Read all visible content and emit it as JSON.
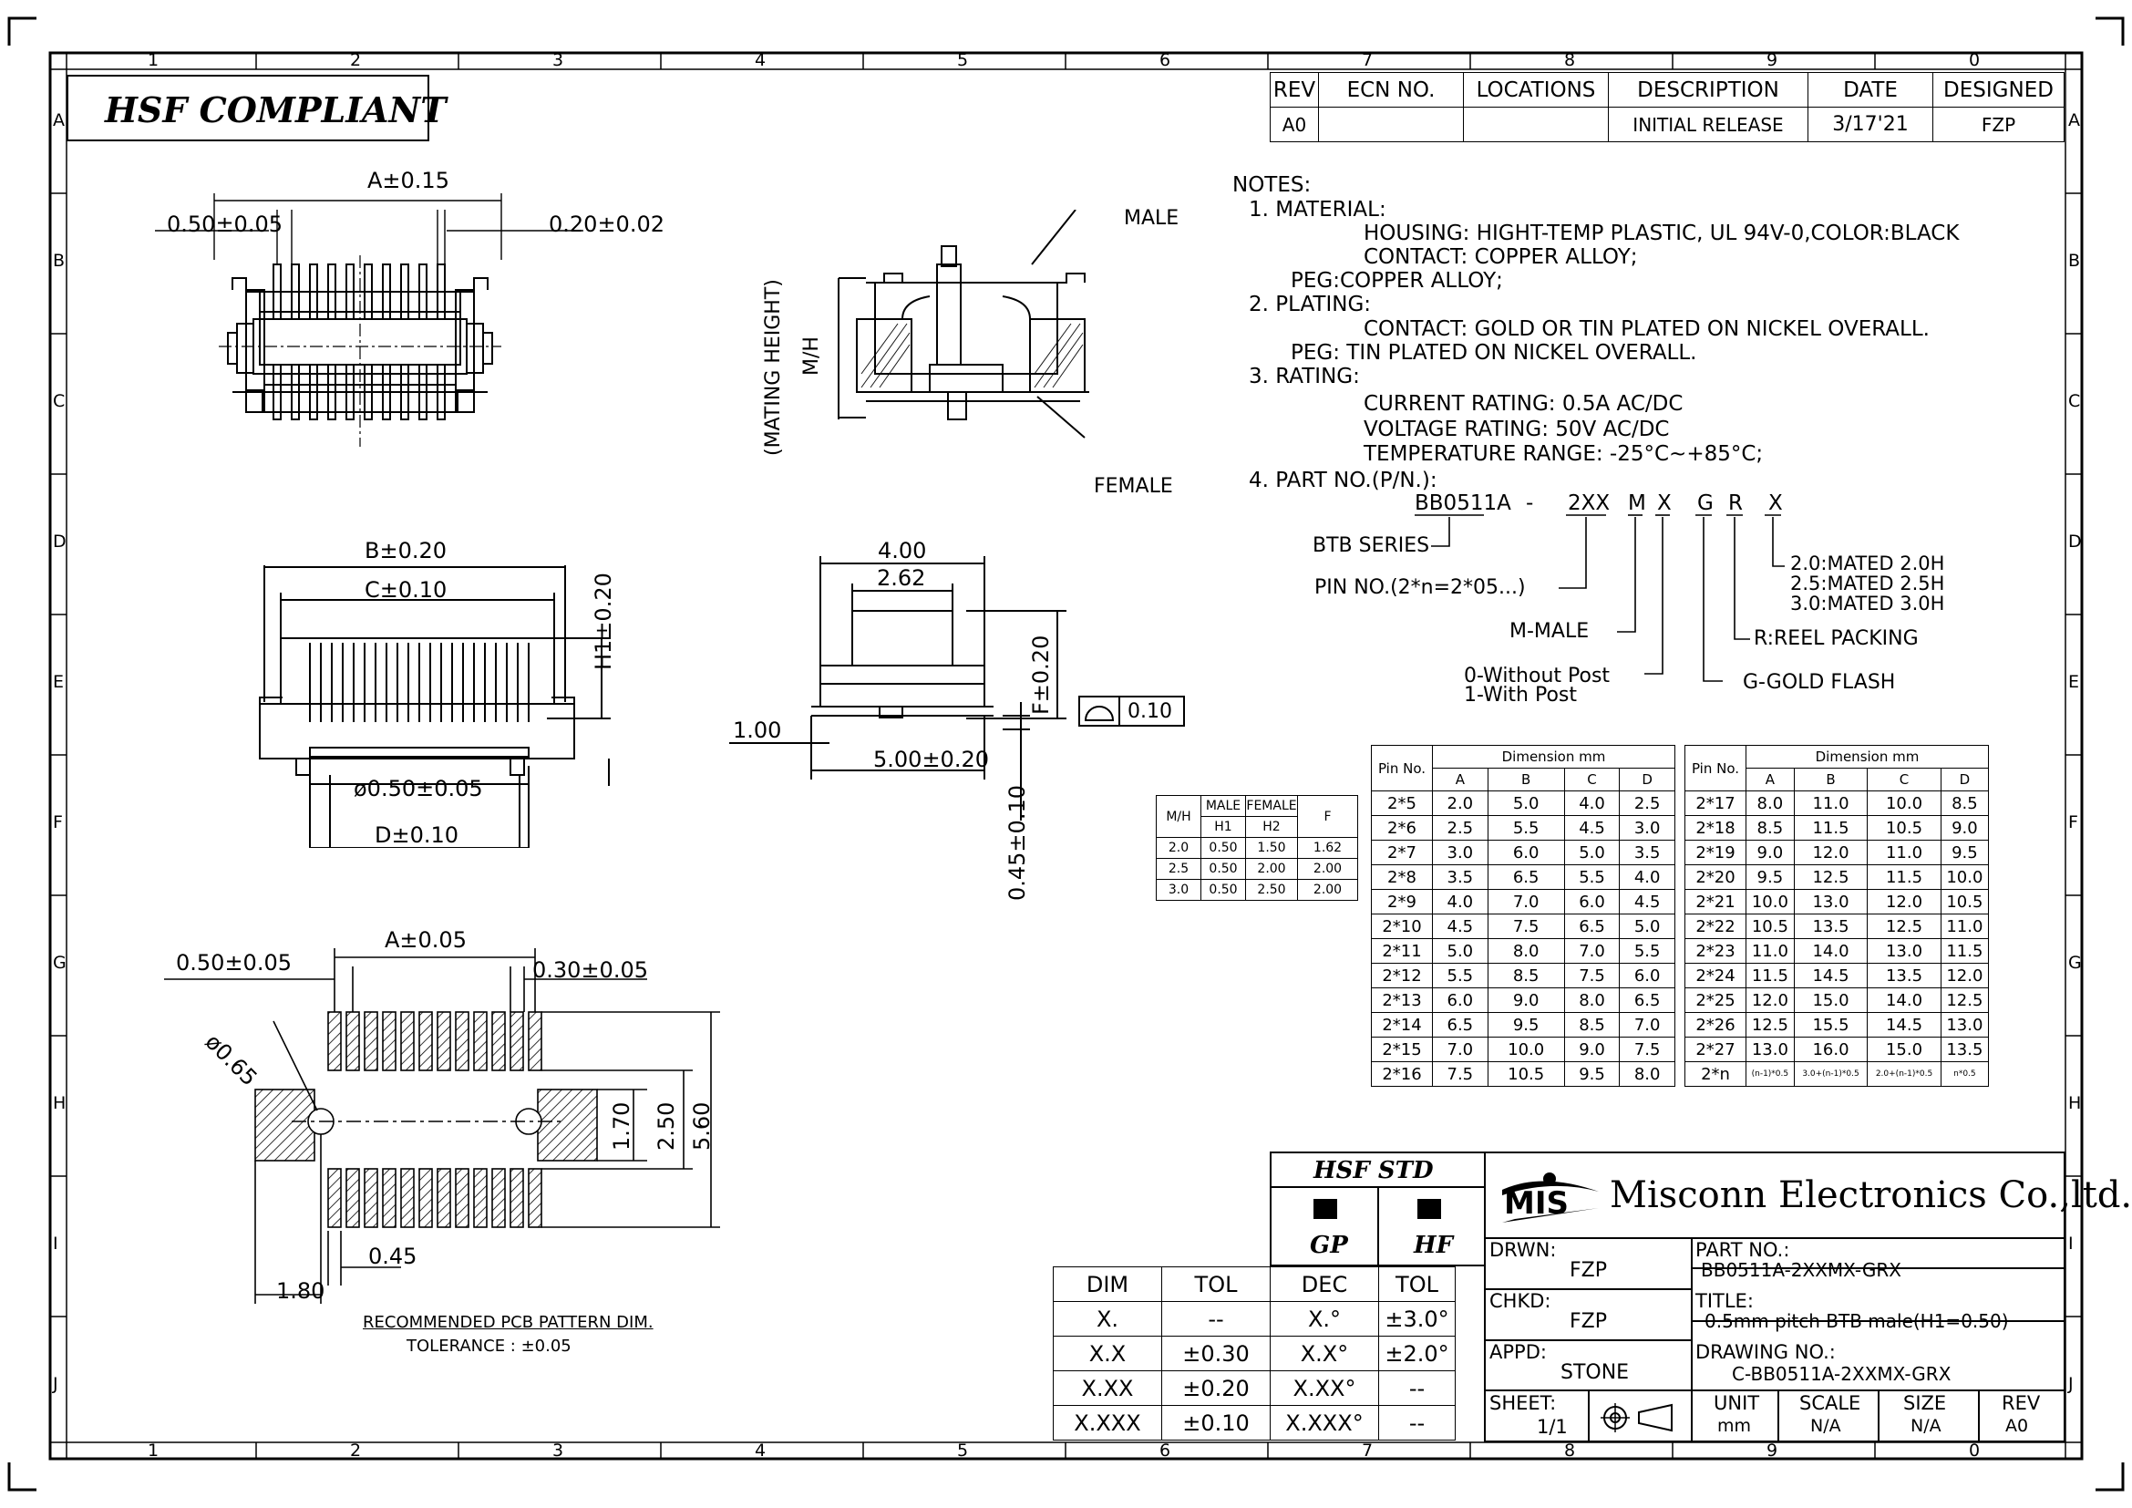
{
  "header": {
    "compliance_label": "HSF  COMPLIANT"
  },
  "border": {
    "col_numbers": [
      "1",
      "2",
      "3",
      "4",
      "5",
      "6",
      "7",
      "8",
      "9",
      "0"
    ],
    "row_letters": [
      "A",
      "B",
      "C",
      "D",
      "E",
      "F",
      "G",
      "H",
      "I",
      "J"
    ]
  },
  "revision": {
    "headers": [
      "REV",
      "ECN  NO.",
      "LOCATIONS",
      "DESCRIPTION",
      "DATE",
      "DESIGNED"
    ],
    "row": [
      "A0",
      "",
      "",
      "INITIAL  RELEASE",
      "3/17'21",
      "FZP"
    ]
  },
  "notes": [
    "NOTES:",
    "1.  MATERIAL:",
    "HOUSING:  HIGHT-TEMP  PLASTIC,  UL  94V-0,COLOR:BLACK",
    "CONTACT:  COPPER  ALLOY;",
    "PEG:COPPER  ALLOY;",
    "2.  PLATING:",
    "CONTACT:  GOLD  OR  TIN  PLATED     ON  NICKEL  OVERALL.",
    "PEG:  TIN  PLATED     ON  NICKEL  OVERALL.",
    "3.  RATING:",
    "CURRENT  RATING:  0.5A  AC/DC",
    "VOLTAGE  RATING:  50V  AC/DC",
    "TEMPERATURE  RANGE:  -25°C~+85°C;",
    "4.  PART  NO.(P/N.):"
  ],
  "part_code": {
    "segments": [
      "BB0511A",
      "-",
      "2XX",
      "M",
      "X",
      "G",
      "R",
      "X"
    ],
    "btb_series": "BTB  SERIES",
    "pin_no": "PIN  NO.(2*n=2*05...)",
    "m_male": "M-MALE",
    "post_0": "0-Without  Post",
    "post_1": "1-With  Post",
    "g_gold": "G-GOLD  FLASH",
    "r_reel": "R:REEL  PACKING",
    "mated": [
      "2.0:MATED  2.0H",
      "2.5:MATED  2.5H",
      "3.0:MATED  3.0H"
    ]
  },
  "view_labels": {
    "male": "MALE",
    "female": "FEMALE",
    "mating_height": "(MATING  HEIGHT)",
    "mh": "M/H",
    "pcb_title": "RECOMMENDED  PCB  PATTERN  DIM.",
    "pcb_tolerance": "TOLERANCE  :  ±0.05",
    "flatness": "0.10"
  },
  "dimensions": {
    "a_015": "A±0.15",
    "p050": "0.50±0.05",
    "p020": "0.20±0.02",
    "b_020": "B±0.20",
    "c_010": "C±0.10",
    "h1_020": "H1±0.20",
    "phi050": "ø0.50±0.05",
    "d_010": "D±0.10",
    "w400": "4.00",
    "w262": "2.62",
    "f020": "F±0.20",
    "w100": "1.00",
    "w500": "5.00±0.20",
    "h045": "0.45±0.10",
    "a_005": "A±0.05",
    "p050b": "0.50±0.05",
    "p030": "0.30±0.05",
    "phi065": "ø0.65",
    "d170": "1.70",
    "d250": "2.50",
    "d560": "5.60",
    "d045": "0.45",
    "d180": "1.80"
  },
  "mh_table": {
    "col_mh": "M/H",
    "male": "MALE",
    "female": "FEMALE",
    "h1": "H1",
    "h2": "H2",
    "f": "F",
    "rows": [
      [
        "2.0",
        "0.50",
        "1.50",
        "1.62"
      ],
      [
        "2.5",
        "0.50",
        "2.00",
        "2.00"
      ],
      [
        "3.0",
        "0.50",
        "2.50",
        "2.00"
      ]
    ]
  },
  "dim_table_left": {
    "pin_header": "Pin No.",
    "dim_header": "Dimension  mm",
    "cols": [
      "A",
      "B",
      "C",
      "D"
    ],
    "rows": [
      [
        "2*5",
        "2.0",
        "5.0",
        "4.0",
        "2.5"
      ],
      [
        "2*6",
        "2.5",
        "5.5",
        "4.5",
        "3.0"
      ],
      [
        "2*7",
        "3.0",
        "6.0",
        "5.0",
        "3.5"
      ],
      [
        "2*8",
        "3.5",
        "6.5",
        "5.5",
        "4.0"
      ],
      [
        "2*9",
        "4.0",
        "7.0",
        "6.0",
        "4.5"
      ],
      [
        "2*10",
        "4.5",
        "7.5",
        "6.5",
        "5.0"
      ],
      [
        "2*11",
        "5.0",
        "8.0",
        "7.0",
        "5.5"
      ],
      [
        "2*12",
        "5.5",
        "8.5",
        "7.5",
        "6.0"
      ],
      [
        "2*13",
        "6.0",
        "9.0",
        "8.0",
        "6.5"
      ],
      [
        "2*14",
        "6.5",
        "9.5",
        "8.5",
        "7.0"
      ],
      [
        "2*15",
        "7.0",
        "10.0",
        "9.0",
        "7.5"
      ],
      [
        "2*16",
        "7.5",
        "10.5",
        "9.5",
        "8.0"
      ]
    ]
  },
  "dim_table_right": {
    "pin_header": "Pin No.",
    "dim_header": "Dimension  mm",
    "cols": [
      "A",
      "B",
      "C",
      "D"
    ],
    "rows": [
      [
        "2*17",
        "8.0",
        "11.0",
        "10.0",
        "8.5"
      ],
      [
        "2*18",
        "8.5",
        "11.5",
        "10.5",
        "9.0"
      ],
      [
        "2*19",
        "9.0",
        "12.0",
        "11.0",
        "9.5"
      ],
      [
        "2*20",
        "9.5",
        "12.5",
        "11.5",
        "10.0"
      ],
      [
        "2*21",
        "10.0",
        "13.0",
        "12.0",
        "10.5"
      ],
      [
        "2*22",
        "10.5",
        "13.5",
        "12.5",
        "11.0"
      ],
      [
        "2*23",
        "11.0",
        "14.0",
        "13.0",
        "11.5"
      ],
      [
        "2*24",
        "11.5",
        "14.5",
        "13.5",
        "12.0"
      ],
      [
        "2*25",
        "12.0",
        "15.0",
        "14.0",
        "12.5"
      ],
      [
        "2*26",
        "12.5",
        "15.5",
        "14.5",
        "13.0"
      ],
      [
        "2*27",
        "13.0",
        "16.0",
        "15.0",
        "13.5"
      ],
      [
        "2*n",
        "(n-1)*0.5",
        "3.0+(n-1)*0.5",
        "2.0+(n-1)*0.5",
        "n*0.5"
      ]
    ]
  },
  "tolerance_table": {
    "headers": [
      "DIM",
      "TOL",
      "DEC",
      "TOL"
    ],
    "rows": [
      [
        "X.",
        "--",
        "X.°",
        "±3.0°"
      ],
      [
        "X.X",
        "±0.30",
        "X.X°",
        "±2.0°"
      ],
      [
        "X.XX",
        "±0.20",
        "X.XX°",
        "--"
      ],
      [
        "X.XXX",
        "±0.10",
        "X.XXX°",
        "--"
      ]
    ]
  },
  "hsf_std": {
    "title": "HSF  STD",
    "gp": "GP",
    "hf": "HF"
  },
  "title_block": {
    "logo": "MIS",
    "company": "Misconn Electronics Co.,ltd.",
    "drwn_label": "DRWN:",
    "drwn": "FZP",
    "chkd_label": "CHKD:",
    "chkd": "FZP",
    "appd_label": "APPD:",
    "appd": "STONE",
    "sheet_label": "SHEET:",
    "sheet": "1/1",
    "part_no_label": "PART  NO.:",
    "part_no": "BB0511A-2XXMX-GRX",
    "title_label": "TITLE:",
    "title": "0.5mm  pitch  BTB  male(H1=0.50)",
    "drawing_no_label": "DRAWING  NO.:",
    "drawing_no": "C-BB0511A-2XXMX-GRX",
    "unit_label": "UNIT",
    "unit": "mm",
    "scale_label": "SCALE",
    "scale": "N/A",
    "size_label": "SIZE",
    "size": "N/A",
    "rev_label": "REV",
    "rev": "A0"
  }
}
